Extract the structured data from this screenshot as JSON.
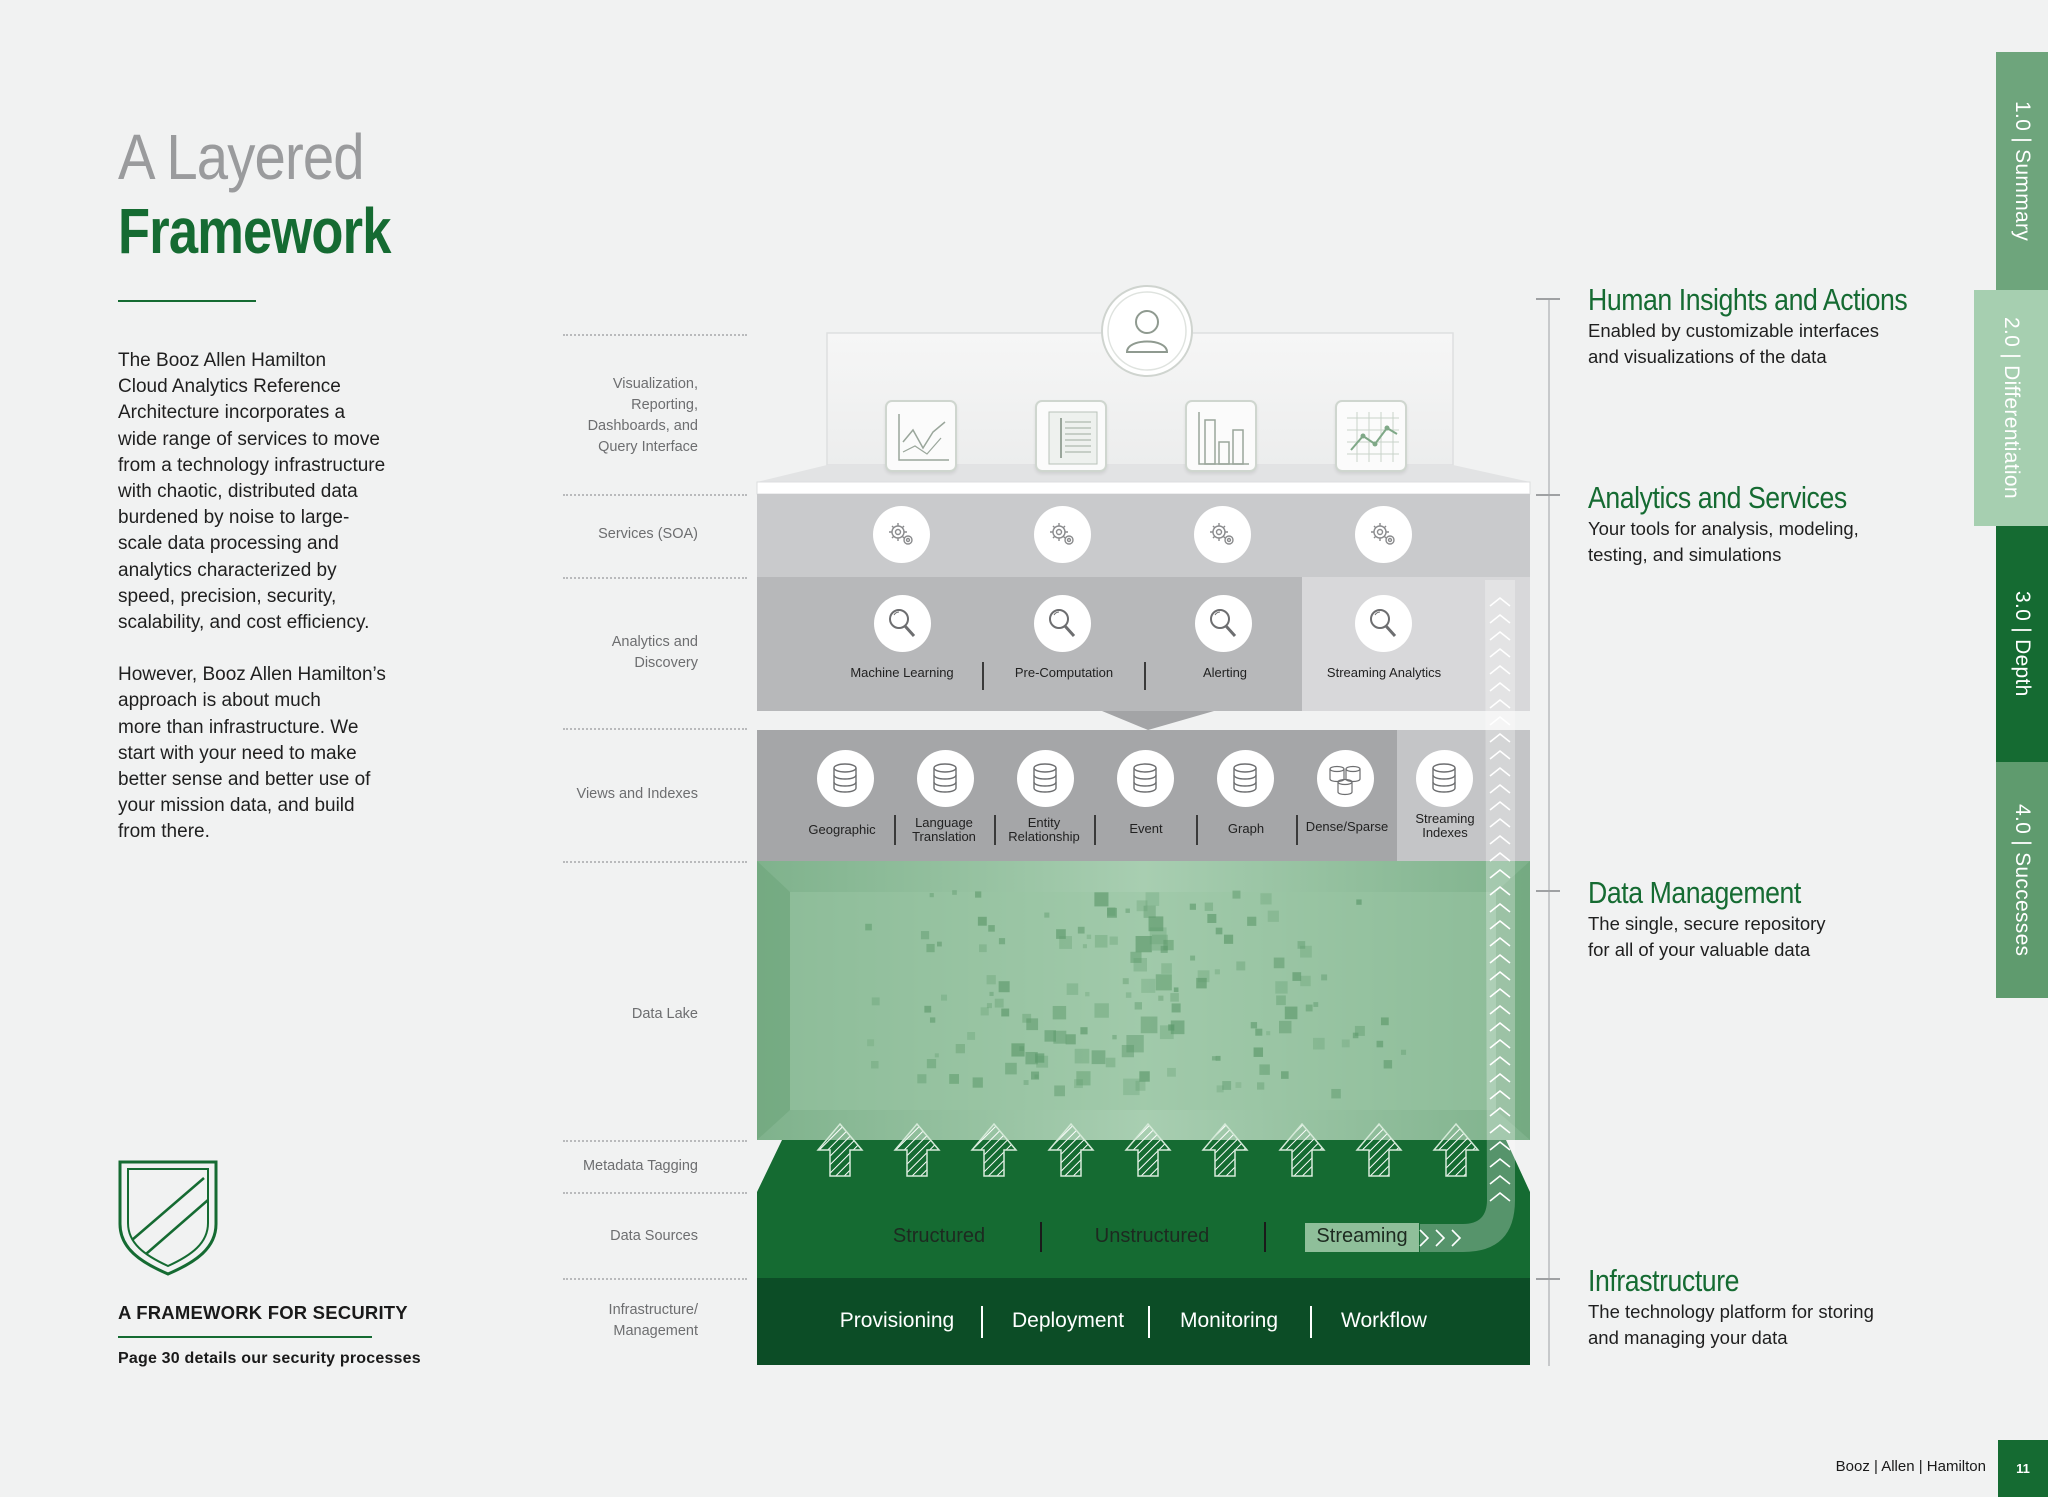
{
  "title": {
    "line1": "A Layered",
    "line2": "Framework"
  },
  "intro": {
    "p1": "The Booz Allen Hamilton\nCloud Analytics Reference\nArchitecture incorporates a\nwide range of services to move\nfrom a technology infrastructure\nwith chaotic, distributed data\nburdened by noise to large-\nscale data processing and\nanalytics characterized by\nspeed, precision, security,\nscalability, and cost efficiency.",
    "p2": "However, Booz Allen Hamilton’s\napproach is about much\nmore than infrastructure. We\nstart with your need to make\nbetter sense and better use of\nyour mission data, and build\nfrom there."
  },
  "security": {
    "title": "A FRAMEWORK FOR SECURITY",
    "note": "Page 30 details our security processes"
  },
  "layers": {
    "visualization": "Visualization,\nReporting,\nDashboards, and\nQuery Interface",
    "services": "Services (SOA)",
    "analytics": "Analytics and\nDiscovery",
    "views": "Views and Indexes",
    "datalake": "Data Lake",
    "metadata": "Metadata Tagging",
    "sources": "Data Sources",
    "infra": "Infrastructure/\nManagement"
  },
  "analytics_items": [
    "Machine Learning",
    "Pre-Computation",
    "Alerting",
    "Streaming Analytics"
  ],
  "view_items": [
    "Geographic",
    "Language\nTranslation",
    "Entity\nRelationship",
    "Event",
    "Graph",
    "Dense/Sparse",
    "Streaming\nIndexes"
  ],
  "source_items": [
    "Structured",
    "Unstructured",
    "Streaming"
  ],
  "infra_items": [
    "Provisioning",
    "Deployment",
    "Monitoring",
    "Workflow"
  ],
  "right": {
    "human": {
      "heading": "Human Insights and Actions",
      "desc": "Enabled by customizable interfaces\nand visualizations of the data"
    },
    "analytics": {
      "heading": "Analytics and Services",
      "desc": "Your tools for analysis, modeling,\ntesting, and simulations"
    },
    "data": {
      "heading": "Data Management",
      "desc": "The single, secure repository\nfor all of your valuable data"
    },
    "infra": {
      "heading": "Infrastructure",
      "desc": "The technology platform for storing\nand managing your data"
    }
  },
  "tabs": [
    {
      "label": "1.0 | Summary",
      "color": "#6ea57c"
    },
    {
      "label": "2.0 | Differentiation",
      "color": "#a6cfb0"
    },
    {
      "label": "3.0 | Depth",
      "color": "#156b32"
    },
    {
      "label": "4.0 | Successes",
      "color": "#5f9b6e"
    }
  ],
  "footer": {
    "brand": "Booz | Allen | Hamilton",
    "page": "11"
  },
  "colors": {
    "brand_green": "#156b32",
    "dark_green": "#0c4d26",
    "lake_green": "#8fbf9a",
    "gray_layer": "#c7c8ca"
  }
}
